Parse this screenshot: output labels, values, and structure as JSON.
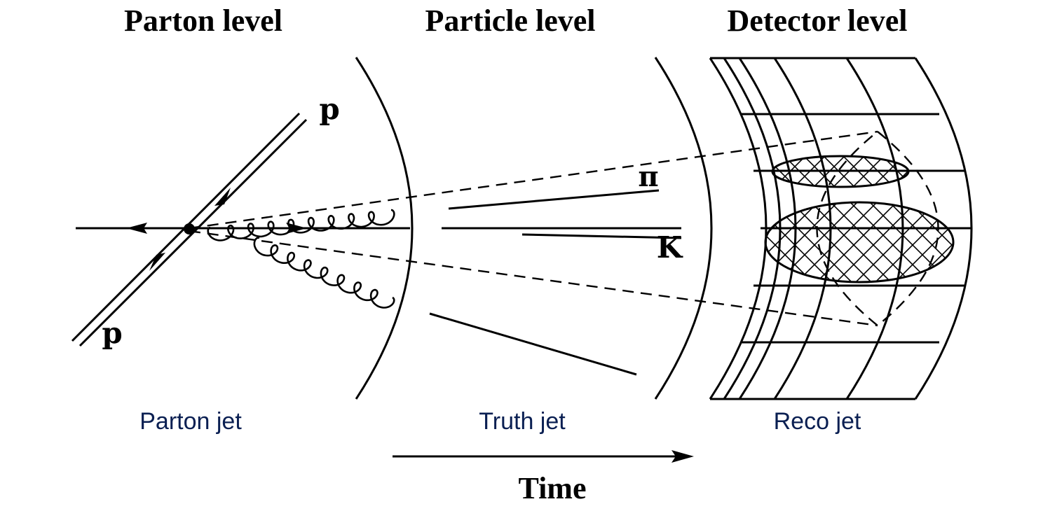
{
  "headings": {
    "parton": "Parton level",
    "particle": "Particle level",
    "detector": "Detector level"
  },
  "particles": {
    "proton_top": "p",
    "proton_bottom": "p",
    "pion": "π",
    "kaon": "K"
  },
  "jets": {
    "parton": "Parton jet",
    "truth": "Truth jet",
    "reco": "Reco jet"
  },
  "time_axis": {
    "label": "Time"
  },
  "colors": {
    "ink": "#000000",
    "caption": "#0a1f52"
  }
}
